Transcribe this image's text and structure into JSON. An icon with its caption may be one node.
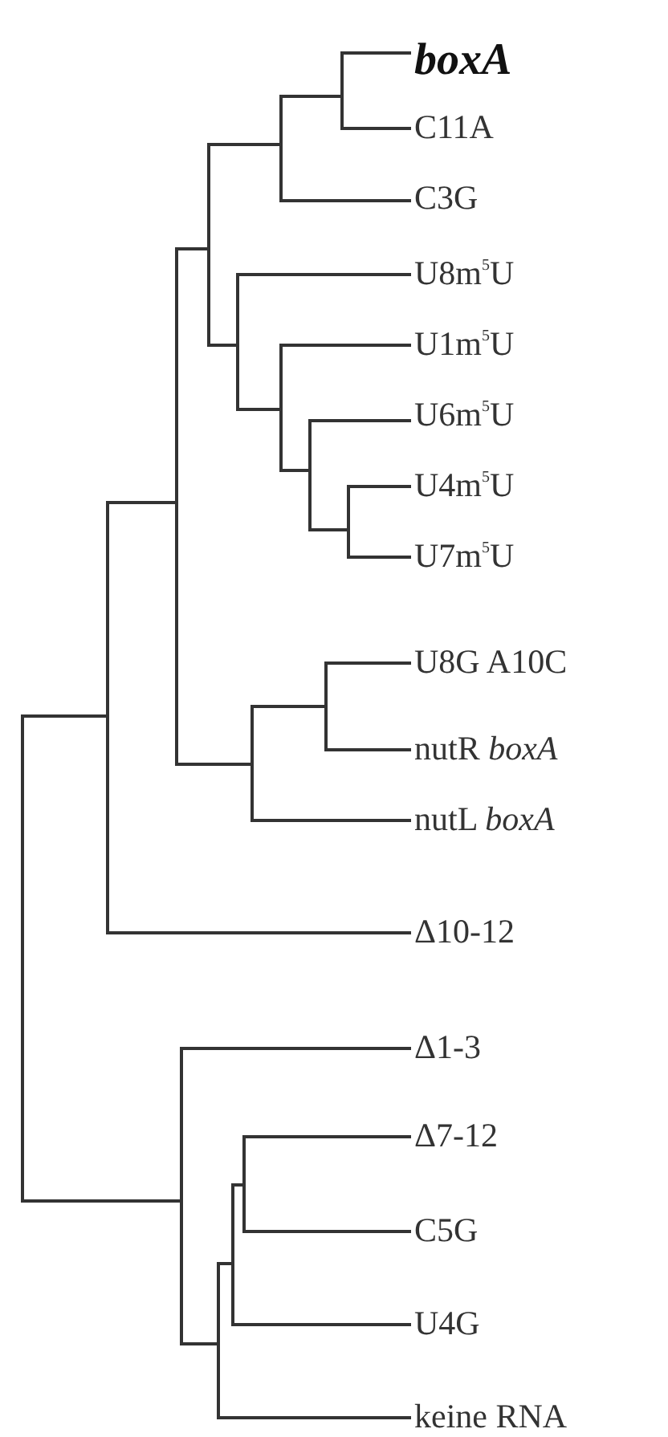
{
  "diagram": {
    "labels": [
      "boxA",
      "C11A",
      "C3G",
      "U8m$^{5}$U",
      "U1m$^{5}$U",
      "U6m$^{5}$U",
      "U4m$^{5}$U",
      "U7m$^{5}$U",
      "U8G A10C",
      "nutR *boxA*",
      "nutL *boxA*",
      "Δ10-12",
      "Δ1-3",
      "Δ7-12",
      "C5G",
      "U4G",
      "keine RNA"
    ]
  }
}
